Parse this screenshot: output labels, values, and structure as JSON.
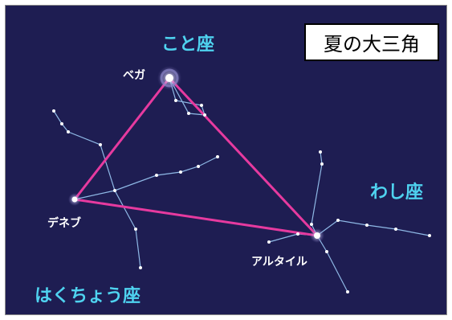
{
  "title": "夏の大三角",
  "constellations": {
    "lyra": "こと座",
    "aquila": "わし座",
    "cygnus": "はくちょう座"
  },
  "stars": {
    "vega": "ベガ",
    "deneb": "デネブ",
    "altair": "アルタイル"
  },
  "colors": {
    "sky": "#1e1d52",
    "triangle": "#e63a9f",
    "constellation_label": "#4fd3f0",
    "star_label": "#ffffff",
    "lines": "#8fb9e6"
  }
}
